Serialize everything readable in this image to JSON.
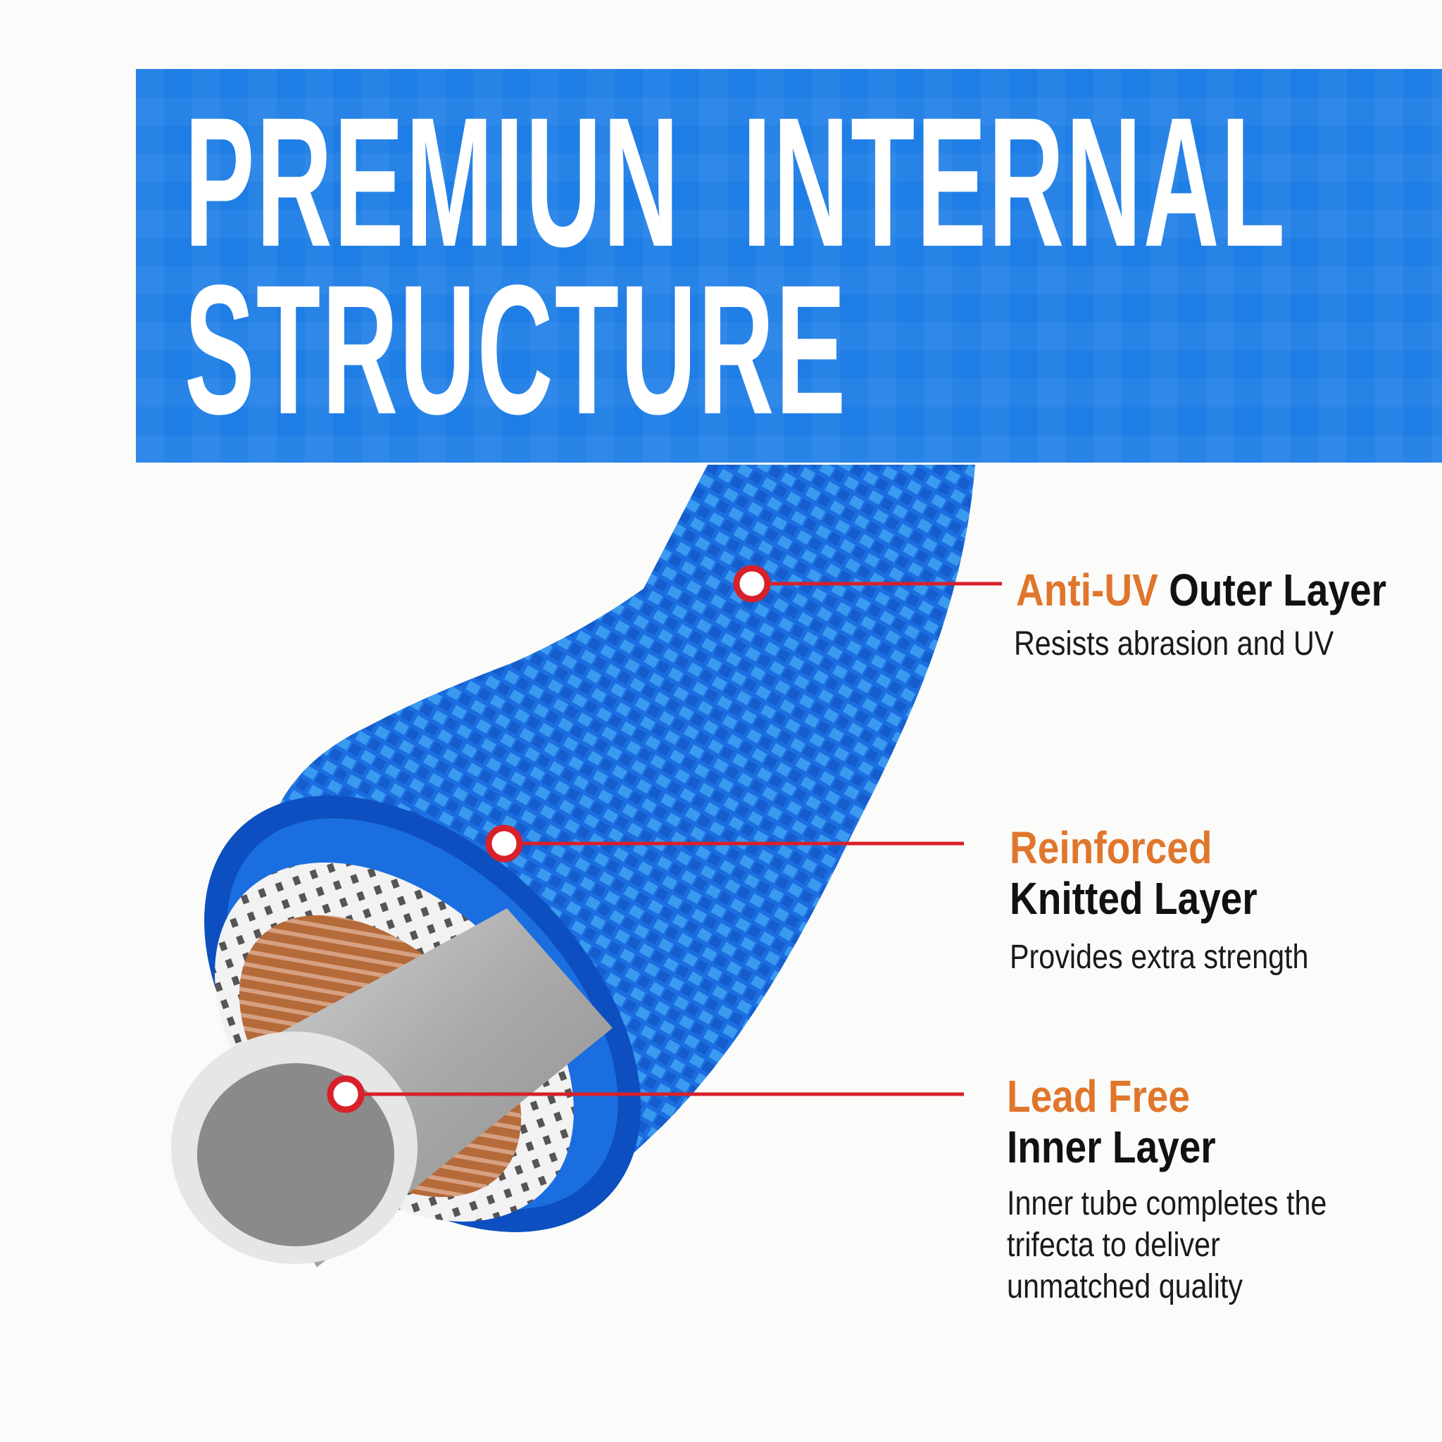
{
  "title": {
    "line1": "PREMIUN  INTERNAL",
    "line2": "STRUCTURE"
  },
  "colors": {
    "banner": "#1f7ee6",
    "accent": "#e0762b",
    "callout_line": "#d8202b",
    "hose_blue": "#1c6ee0"
  },
  "callouts": [
    {
      "accent": "Anti-UV",
      "title": "Outer Layer",
      "description": [
        "Resists abrasion and UV"
      ]
    },
    {
      "accent": "Reinforced",
      "title": "Knitted Layer",
      "description": [
        "Provides extra strength"
      ]
    },
    {
      "accent": "Lead Free",
      "title": "Inner Layer",
      "description": [
        "Inner tube completes the",
        "trifecta to deliver",
        "unmatched quality"
      ]
    }
  ]
}
